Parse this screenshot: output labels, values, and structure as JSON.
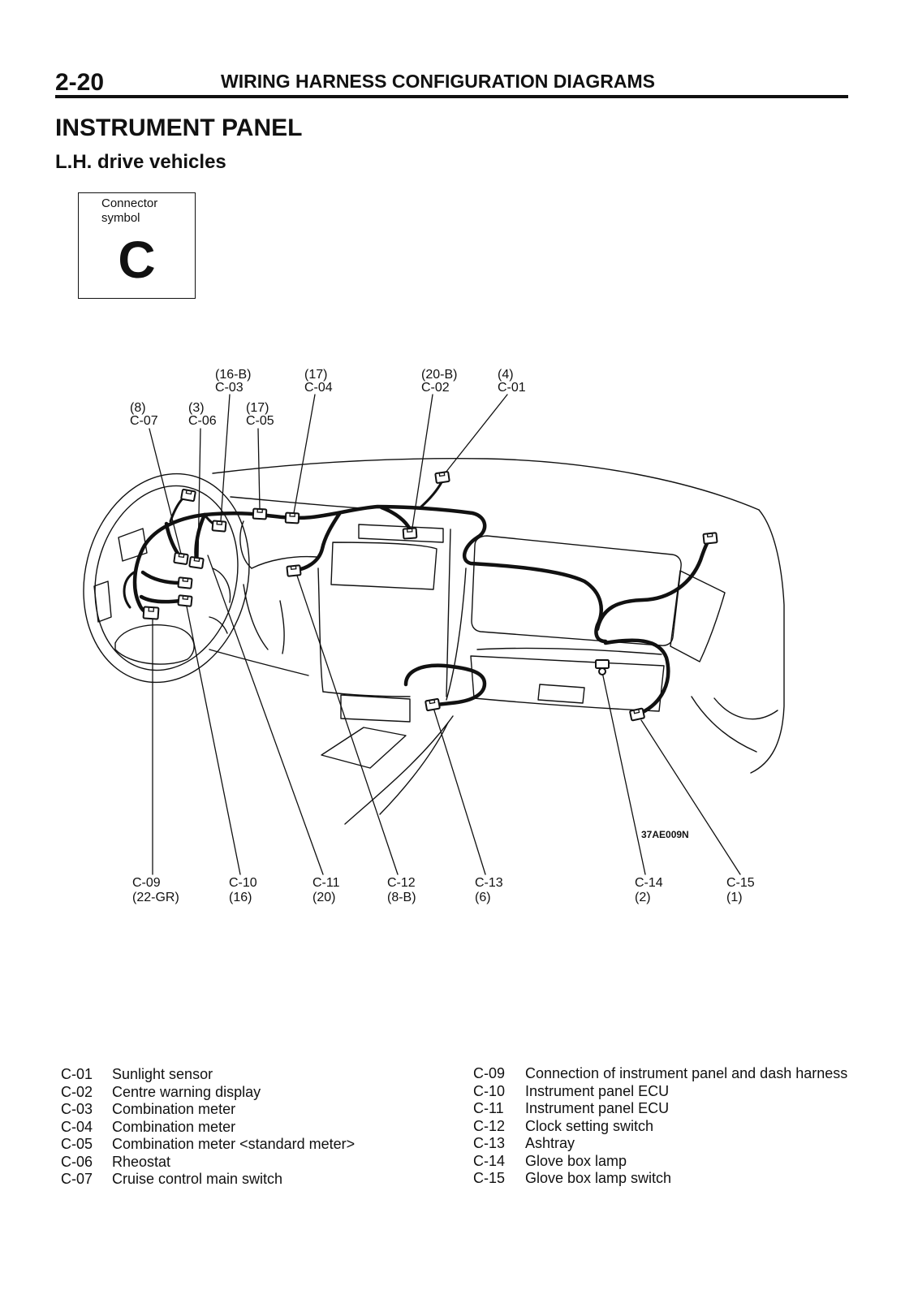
{
  "header": {
    "page_number": "2-20",
    "chapter_title": "WIRING HARNESS CONFIGURATION DIAGRAMS"
  },
  "section_title": "INSTRUMENT PANEL",
  "subsection_title": "L.H. drive vehicles",
  "connector_symbol": {
    "caption_line1": "Connector",
    "caption_line2": "symbol",
    "letter": "C"
  },
  "diagram": {
    "figure_code": "37AE009N",
    "callouts_top": [
      {
        "id": "C-03",
        "pins": "(16-B)"
      },
      {
        "id": "C-04",
        "pins": "(17)"
      },
      {
        "id": "C-02",
        "pins": "(20-B)"
      },
      {
        "id": "C-01",
        "pins": "(4)"
      },
      {
        "id": "C-07",
        "pins": "(8)"
      },
      {
        "id": "C-06",
        "pins": "(3)"
      },
      {
        "id": "C-05",
        "pins": "(17)"
      }
    ],
    "callouts_bottom": [
      {
        "id": "C-09",
        "pins": "(22-GR)"
      },
      {
        "id": "C-10",
        "pins": "(16)"
      },
      {
        "id": "C-11",
        "pins": "(20)"
      },
      {
        "id": "C-12",
        "pins": "(8-B)"
      },
      {
        "id": "C-13",
        "pins": "(6)"
      },
      {
        "id": "C-14",
        "pins": "(2)"
      },
      {
        "id": "C-15",
        "pins": "(1)"
      }
    ]
  },
  "legend": {
    "left": [
      {
        "code": "C-01",
        "name": "Sunlight sensor"
      },
      {
        "code": "C-02",
        "name": "Centre warning display"
      },
      {
        "code": "C-03",
        "name": "Combination meter"
      },
      {
        "code": "C-04",
        "name": "Combination meter"
      },
      {
        "code": "C-05",
        "name": "Combination meter <standard meter>"
      },
      {
        "code": "C-06",
        "name": "Rheostat"
      },
      {
        "code": "C-07",
        "name": "Cruise control main switch"
      }
    ],
    "right": [
      {
        "code": "C-09",
        "name": "Connection of instrument panel and dash harness"
      },
      {
        "code": "C-10",
        "name": "Instrument panel ECU"
      },
      {
        "code": "C-11",
        "name": "Instrument panel ECU"
      },
      {
        "code": "C-12",
        "name": "Clock setting switch"
      },
      {
        "code": "C-13",
        "name": "Ashtray"
      },
      {
        "code": "C-14",
        "name": "Glove box lamp"
      },
      {
        "code": "C-15",
        "name": "Glove box lamp switch"
      }
    ]
  },
  "colors": {
    "ink": "#111111",
    "paper": "#ffffff"
  }
}
